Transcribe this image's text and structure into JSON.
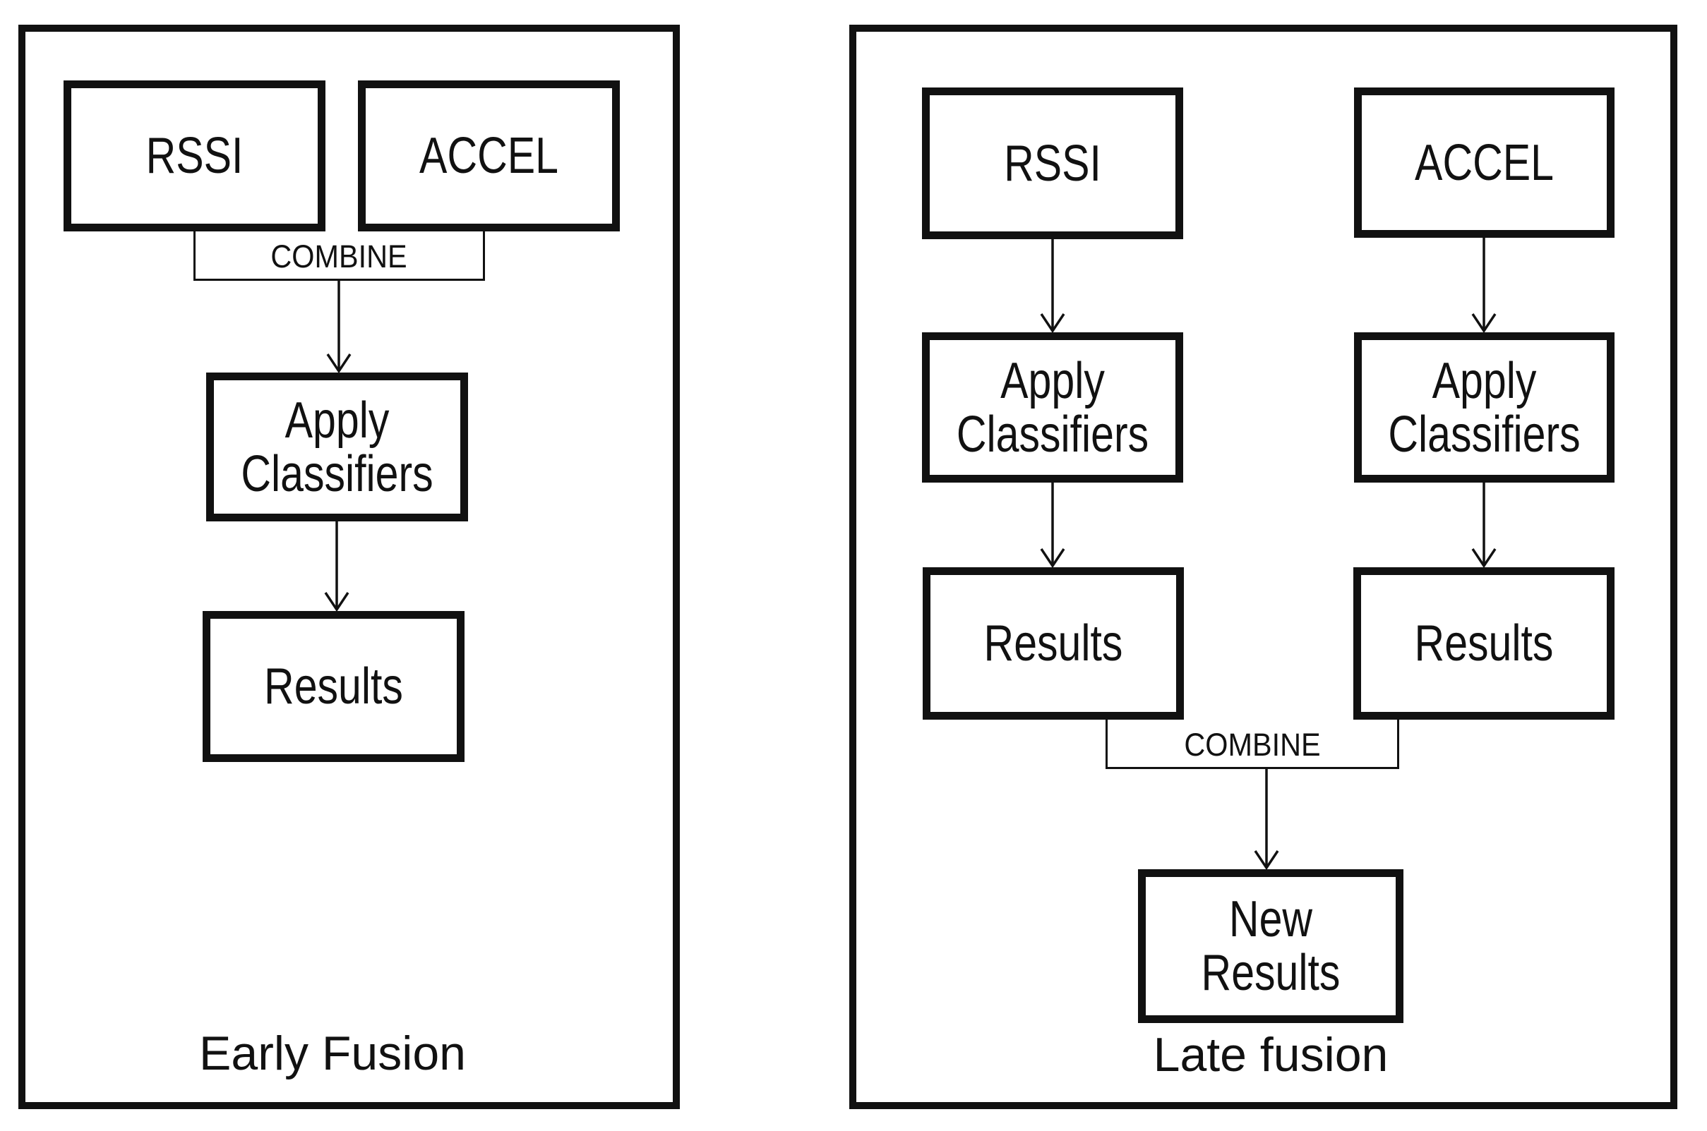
{
  "panels": [
    {
      "title": "Early Fusion",
      "combine_label": "COMBINE",
      "nodes": {
        "rssi": "RSSI",
        "accel": "ACCEL",
        "apply_classifiers": "Apply Classifiers",
        "results": "Results"
      }
    },
    {
      "title": "Late fusion",
      "combine_label": "COMBINE",
      "nodes": {
        "rssi": "RSSI",
        "accel": "ACCEL",
        "apply_classifiers_rssi": "Apply Classifiers",
        "apply_classifiers_accel": "Apply Classifiers",
        "results_rssi": "Results",
        "results_accel": "Results",
        "new_results": "New Results"
      }
    }
  ],
  "colors": {
    "ink": "#111111",
    "background": "#ffffff"
  }
}
